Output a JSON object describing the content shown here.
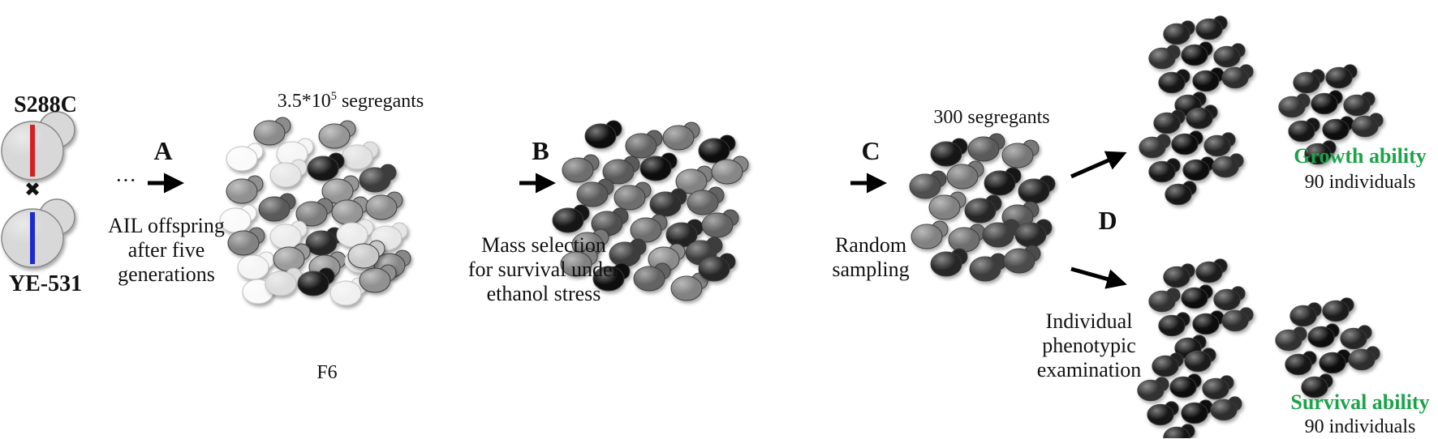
{
  "parents": {
    "parent1": "S288C",
    "parent2": "YE-531",
    "cross_symbol": "✖",
    "parent1_chromosome_color": "#d42020",
    "parent2_chromosome_color": "#1a2bd0"
  },
  "steps": {
    "a": {
      "letter": "A",
      "ellipsis": "···",
      "lines": [
        "AIL offspring",
        "after five",
        "generations"
      ]
    },
    "b": {
      "letter": "B",
      "lines": [
        "Mass selection",
        "for survival under",
        "ethanol stress"
      ]
    },
    "c": {
      "letter": "C",
      "lines": [
        "Random",
        "sampling"
      ]
    },
    "d": {
      "letter": "D",
      "lines": [
        "Individual",
        "phenotypic",
        "examination"
      ]
    }
  },
  "f6": {
    "count_base": "3.5*10",
    "count_exp": "5",
    "count_suffix": " segregants",
    "label": "F6"
  },
  "sample": {
    "label": "300 segregants"
  },
  "outcomes": {
    "growth": {
      "title": "Growth ability",
      "count": "90 individuals"
    },
    "survival": {
      "title": "Survival ability",
      "count": "90 individuals"
    }
  },
  "colors": {
    "highlight_green": "#1ca34a"
  }
}
